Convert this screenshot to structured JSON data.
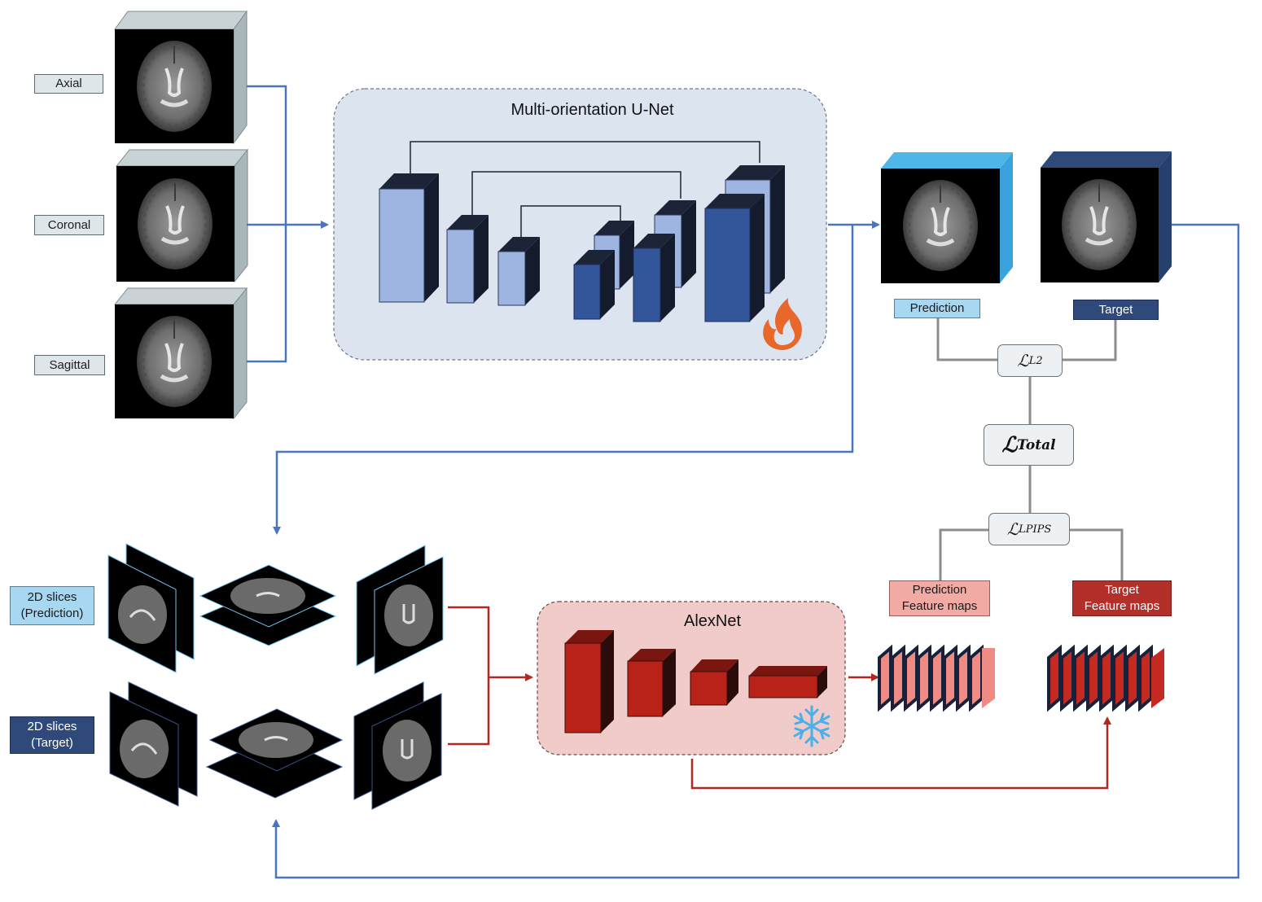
{
  "inputs": {
    "axial": "Axial",
    "coronal": "Coronal",
    "sagittal": "Sagittal"
  },
  "unet": {
    "title": "Multi-orientation U-Net",
    "status_icon": "fire-icon",
    "colors": {
      "panel": "#dce4f0",
      "encoder": "#9db5e0",
      "decoder": "#33569a"
    }
  },
  "outputs": {
    "prediction": "Prediction",
    "target": "Target"
  },
  "losses": {
    "l2_symbol": "ℒ",
    "l2_sub": "L2",
    "total_symbol": "ℒ",
    "total_sub": "Total",
    "lpips_symbol": "ℒ",
    "lpips_sub": "LPIPS"
  },
  "slices": {
    "prediction_line1": "2D slices",
    "prediction_line2": "(Prediction)",
    "target_line1": "2D slices",
    "target_line2": "(Target)"
  },
  "alexnet": {
    "title": "AlexNet",
    "status_icon": "snowflake-icon",
    "colors": {
      "panel": "#f0cbc9",
      "layer": "#b82218"
    }
  },
  "features": {
    "prediction_line1": "Prediction",
    "prediction_line2": "Feature maps",
    "target_line1": "Target",
    "target_line2": "Feature maps"
  },
  "colors": {
    "blue_arrow": "#4a74c0",
    "red_arrow": "#b3271f",
    "gray_line": "#8c8c8c"
  }
}
